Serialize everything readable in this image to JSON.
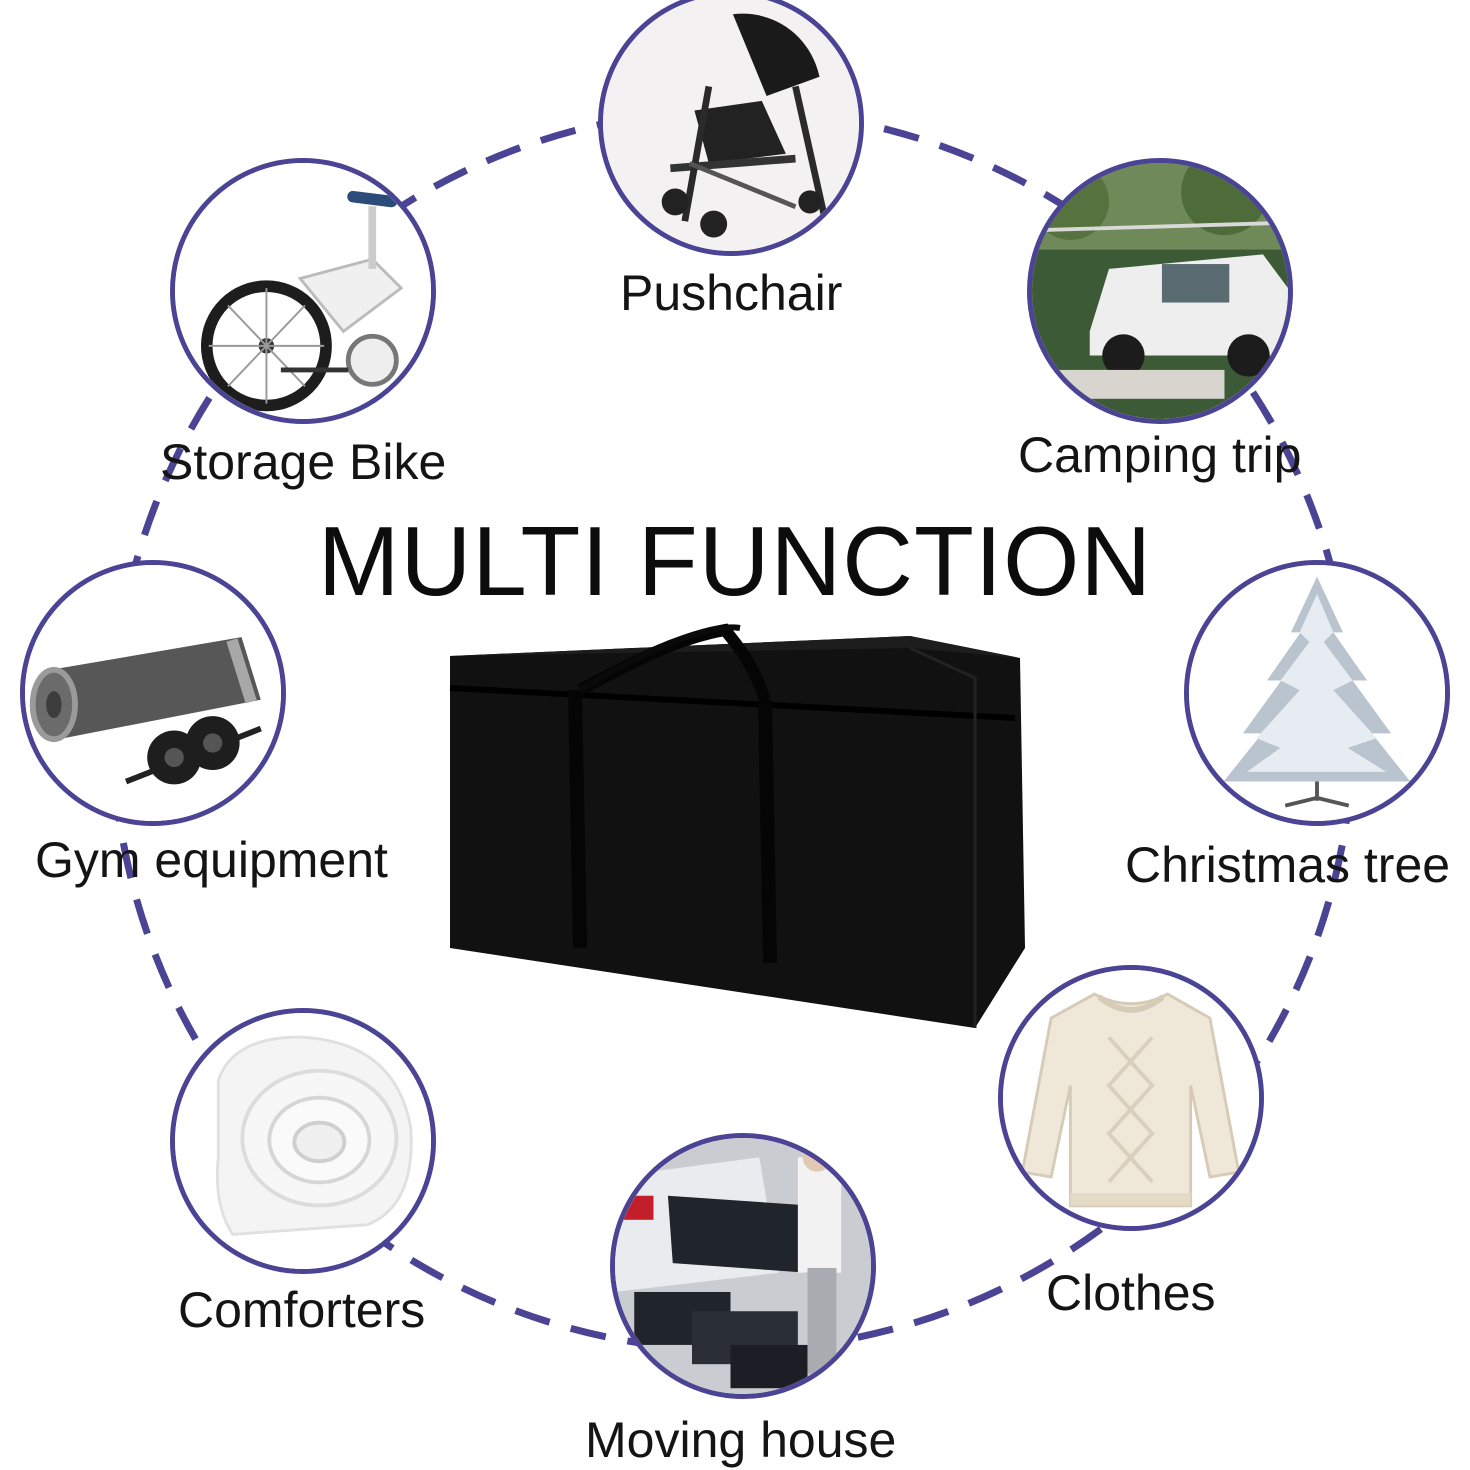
{
  "title": "MULTI FUNCTION",
  "accent_color": "#4b4394",
  "items": [
    {
      "label": "Pushchair",
      "icon": "pushchair-icon"
    },
    {
      "label": "Camping trip",
      "icon": "camping-car-icon"
    },
    {
      "label": "Christmas tree",
      "icon": "christmas-tree-icon"
    },
    {
      "label": "Clothes",
      "icon": "sweater-icon"
    },
    {
      "label": "Moving house",
      "icon": "moving-bags-icon"
    },
    {
      "label": "Comforters",
      "icon": "comforter-roll-icon"
    },
    {
      "label": "Gym equipment",
      "icon": "gym-equipment-icon"
    },
    {
      "label": "Storage Bike",
      "icon": "folding-bike-icon"
    }
  ]
}
